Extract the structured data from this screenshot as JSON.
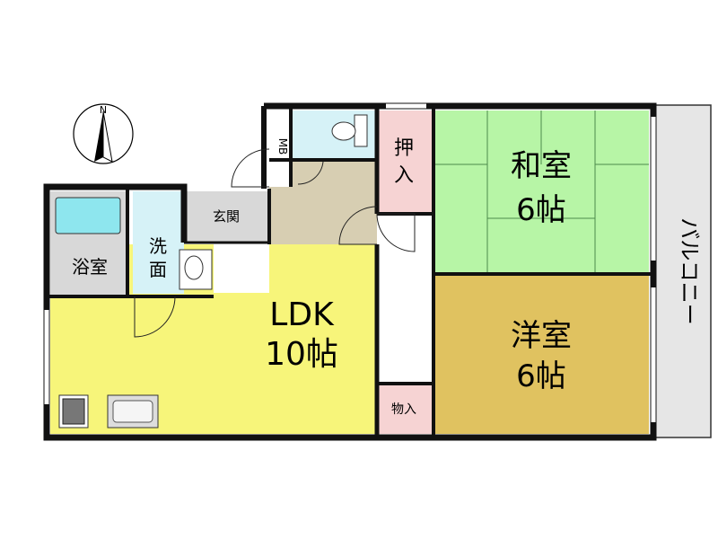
{
  "compass": {
    "north_label": "N"
  },
  "rooms": {
    "washitsu": {
      "name": "和室",
      "size": "6帖"
    },
    "youshitsu": {
      "name": "洋室",
      "size": "6帖"
    },
    "ldk": {
      "name": "LDK",
      "size": "10帖"
    },
    "oshiire": {
      "name_top": "押",
      "name_bottom": "入"
    },
    "monoire": {
      "name": "物入"
    },
    "genkan": {
      "name": "玄関"
    },
    "yokushitsu": {
      "name": "浴室"
    },
    "senmen": {
      "name_top": "洗",
      "name_bottom": "面"
    },
    "mb": {
      "name": "MB"
    },
    "balcony": {
      "name": "バルコニー"
    }
  },
  "colors": {
    "washitsu": "#b7f5a6",
    "youshitsu": "#e0c260",
    "ldk": "#f7f57a",
    "storage": "#f6d3d3",
    "wet_area": "#d6f2f7",
    "genkan": "#d8d8d8",
    "entry_floor": "#d7ceb2",
    "balcony": "#e6e6e6",
    "bathtub": "#8ee6ee",
    "wall": "#111111"
  }
}
